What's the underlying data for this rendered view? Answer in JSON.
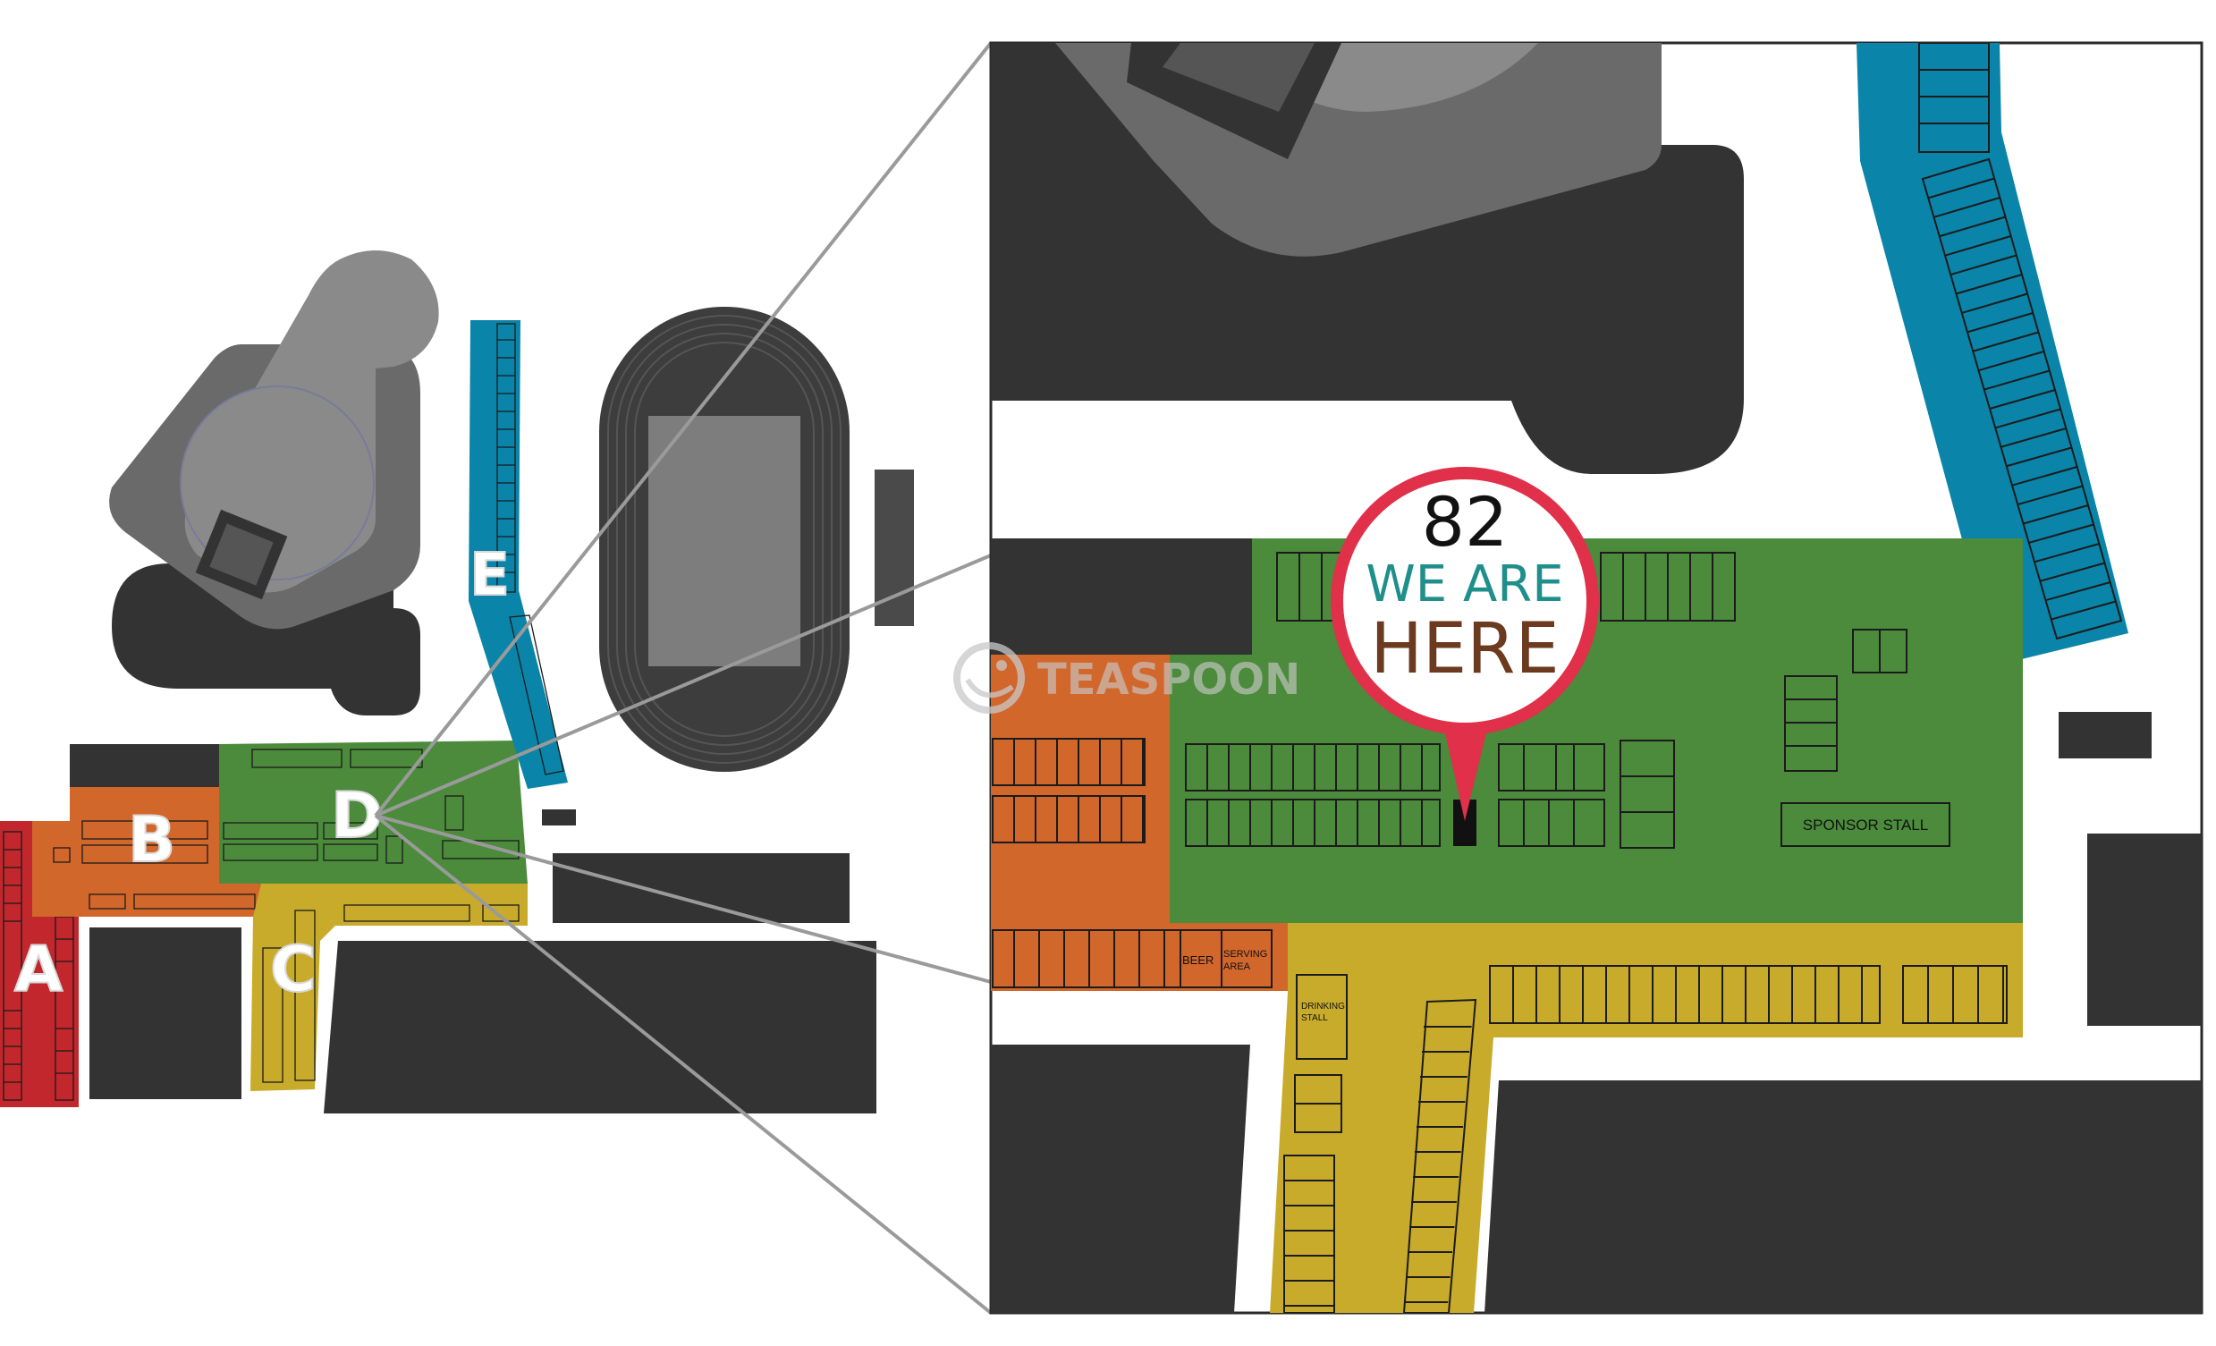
{
  "overview": {
    "zones": [
      {
        "letter": "A",
        "color": "#c1272d"
      },
      {
        "letter": "B",
        "color": "#d2672c"
      },
      {
        "letter": "C",
        "color": "#c9ab2b"
      },
      {
        "letter": "D",
        "color": "#4b8b3b"
      },
      {
        "letter": "E",
        "color": "#0a84a8"
      }
    ]
  },
  "detail": {
    "pin": {
      "number": "82",
      "line1": "WE ARE",
      "line2": "HERE",
      "ring_color": "#e0304a",
      "line1_color": "#1f8f8b",
      "line2_color": "#6b3a1f"
    },
    "labels": {
      "sponsor": "SPONSOR STALL",
      "beer": "BEER",
      "serving_1": "SERVING",
      "serving_2": "AREA",
      "drinking_1": "DRINKING",
      "drinking_2": "STALL"
    }
  },
  "watermark": {
    "text": "TEASPOON",
    "icon": "teaspoon-logo-icon"
  },
  "colors": {
    "building": "#333333",
    "grey_mid": "#6a6a6a",
    "grey_light": "#8a8a8a",
    "track": "#3d3d3d",
    "connector": "#9a9a9a"
  }
}
